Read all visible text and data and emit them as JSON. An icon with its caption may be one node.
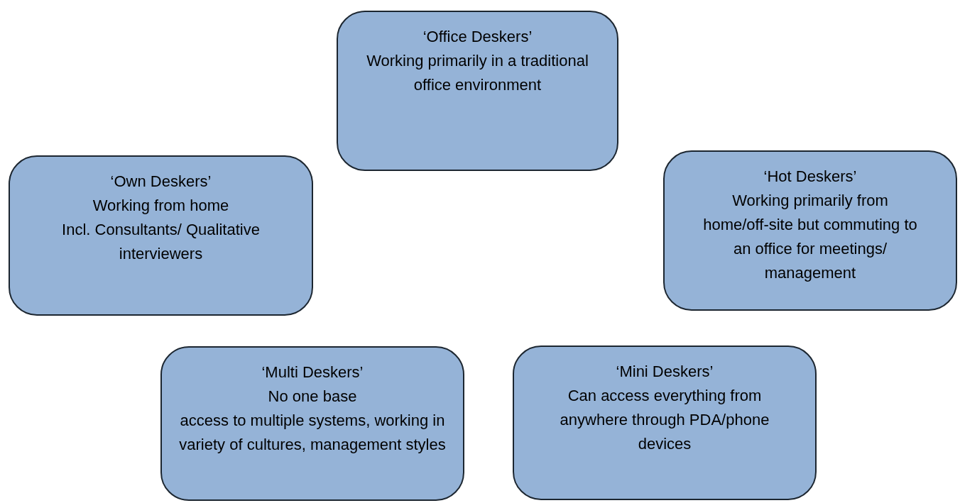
{
  "diagram": {
    "nodes": [
      {
        "text": [
          "‘Office Deskers’",
          "Working primarily in a traditional office environment"
        ]
      },
      {
        "text": [
          "‘Own Deskers’",
          "Working from home",
          "Incl. Consultants/ Qualitative interviewers"
        ]
      },
      {
        "text": [
          "‘Hot Deskers’",
          "Working primarily from home/off-site but commuting to an office for meetings/ management"
        ]
      },
      {
        "text": [
          "‘Multi Deskers’",
          "No one base",
          "access to multiple systems, working in variety of cultures, management styles"
        ]
      },
      {
        "text": [
          "‘Mini Deskers’",
          "Can access everything from anywhere through PDA/phone devices"
        ]
      }
    ]
  }
}
